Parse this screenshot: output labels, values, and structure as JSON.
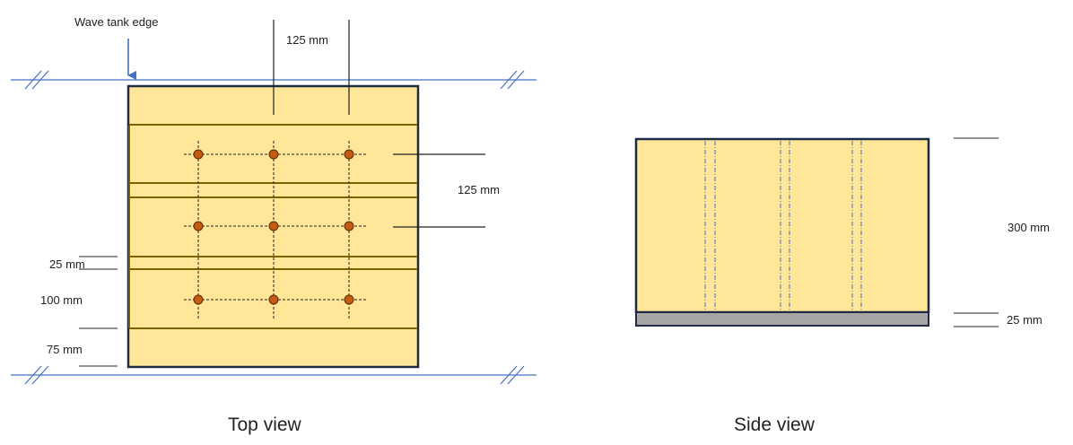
{
  "colors": {
    "fill": "#FFE699",
    "outline": "#1F2A44",
    "band_line": "#7F6000",
    "bolt": "#C55A11",
    "tank_line": "#4472C4",
    "base": "#A6A6A6"
  },
  "labels": {
    "wave_tank_edge": "Wave tank edge",
    "top_spacing": "125 mm",
    "side_spacing": "125 mm",
    "band_25": "25 mm",
    "band_100": "100 mm",
    "margin_75": "75 mm",
    "height_300": "300 mm",
    "base_25": "25 mm"
  },
  "captions": {
    "top_view": "Top view",
    "side_view": "Side view"
  }
}
